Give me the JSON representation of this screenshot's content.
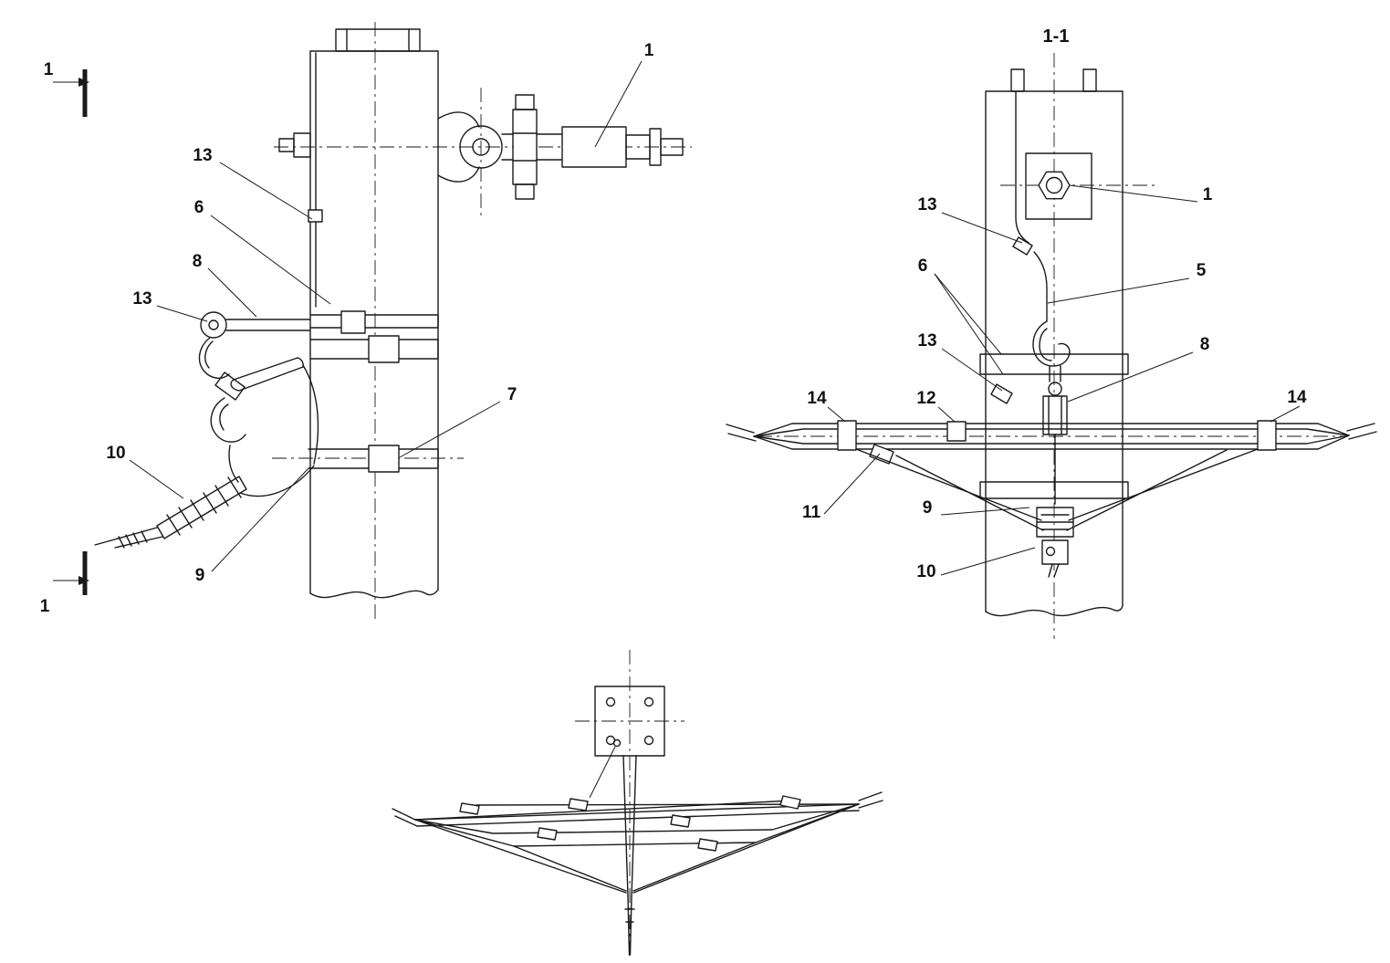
{
  "drawing": {
    "type": "technical-line-drawing",
    "background_color": "#ffffff",
    "line_color": "#1a1a1a"
  },
  "left_view": {
    "section_cut_top": "1",
    "section_cut_bottom": "1",
    "callouts": {
      "strain_clamp": "1",
      "wire_clip": "13",
      "upper_band": "6",
      "support_hook": "8",
      "eye_ring": "13",
      "insulator": "10",
      "jumper_wire": "9",
      "lower_band_bolt": "7"
    }
  },
  "section_view": {
    "title": "1-1",
    "callouts": {
      "anchor_bolt": "1",
      "wire_clip": "13",
      "upper_band": "6",
      "down_wire": "5",
      "lower_clip": "13",
      "suspension_hook": "8",
      "outer_clamp_left": "14",
      "inner_clamp": "12",
      "outer_clamp_right": "14",
      "stay_clamp": "11",
      "jumper_wire": "9",
      "insulator": "10"
    }
  }
}
